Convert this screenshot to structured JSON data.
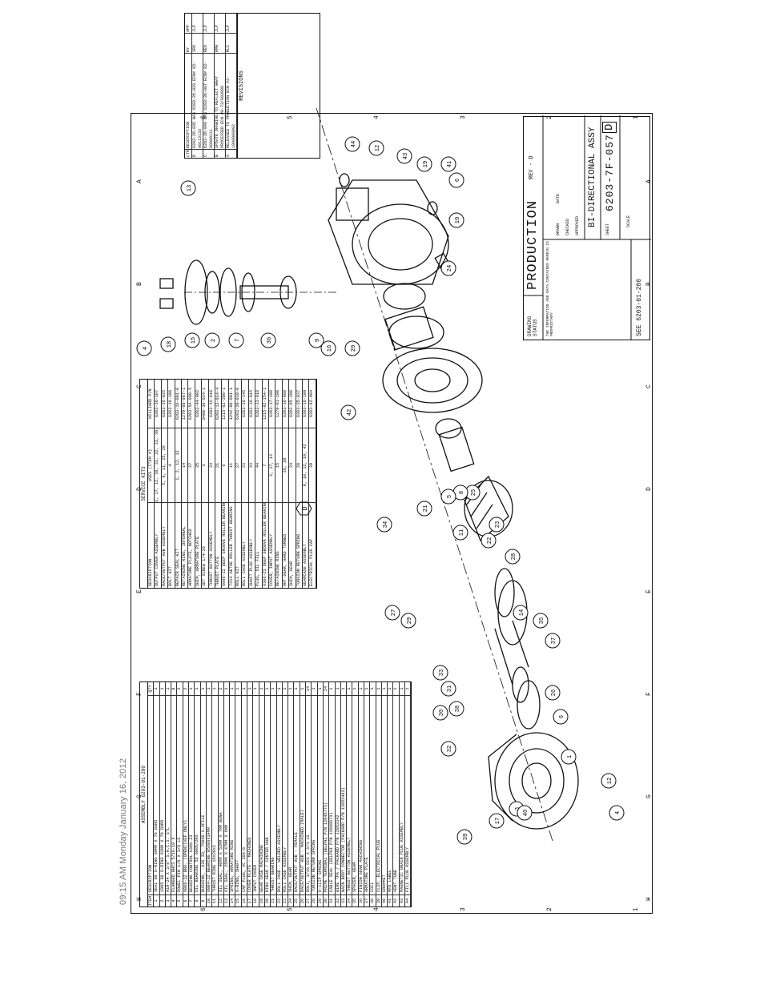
{
  "timestamp": "09:15 AM Monday January 16, 2012",
  "zones": {
    "letters": [
      "H",
      "G",
      "F",
      "E",
      "D",
      "C",
      "B",
      "A"
    ],
    "numbers": [
      "6",
      "5",
      "4",
      "3",
      "2",
      "1"
    ]
  },
  "bom": {
    "title": "ASSEMBLY 6203-01-280",
    "headers": {
      "item": "ITEM",
      "description": "DESCRIPTION",
      "qty": "QTY"
    },
    "rows": [
      {
        "n": "1",
        "d": "SEAL 80 O-RING 89MM X 70 DURO",
        "q": "1"
      },
      {
        "n": "2",
        "d": "1985 80 O-RING 63MM X 70 DURO",
        "q": "1"
      },
      {
        "n": "3",
        "d": "919-24 X 3/8\" S.H.C.S. STL",
        "q": "1"
      },
      {
        "n": "4",
        "d": "FLANGED HHCS 5/16-18 X",
        "q": "8"
      },
      {
        "n": "5",
        "d": "DOWEL PIN 1/8 X 3/8 LG",
        "q": "2"
      },
      {
        "n": "6",
        "d": "6006-2Z BRG. (OPEN)(VEF ONLY)",
        "q": "2"
      },
      {
        "n": "7",
        "d": "BEARING CONTROL 6306-Z3",
        "q": "1"
      },
      {
        "n": "8",
        "d": "OIL BEARING 5D 6005/2RS",
        "q": "1"
      },
      {
        "n": "9",
        "d": "BUSHING, .630 ID, 750OD X.5FILE",
        "q": "1"
      },
      {
        "n": "10",
        "d": "6004-2Z BEARING 05X06X14MM",
        "q": "1"
      },
      {
        "n": "11",
        "d": "THRUST RING 16x28x1",
        "q": "1"
      },
      {
        "n": "12",
        "d": "OIL SEAL, 40MM X 52MM X 7MM BUNA",
        "q": "2"
      },
      {
        "n": "13",
        "d": "OIL SEAL, 25MM X 47MM X 6MM",
        "q": "1"
      },
      {
        "n": "14",
        "d": "SPRING, ARMATURE RING",
        "q": "1"
      },
      {
        "n": "15",
        "d": "O-RING, SHAFT",
        "q": "1"
      },
      {
        "n": "16",
        "d": "CAP PLUG, VC 20X-8",
        "q": "1"
      },
      {
        "n": "17",
        "d": "COVER PLATE - MACHINED",
        "q": "1"
      },
      {
        "n": "18",
        "d": "INPUT COVER",
        "q": "1"
      },
      {
        "n": "19",
        "d": "GEAR CASE MACHINING",
        "q": "1"
      },
      {
        "n": "20",
        "d": "RING GEAR / CENTER HUB",
        "q": "1"
      },
      {
        "n": "21",
        "d": "THRUST BEARING",
        "q": "1"
      },
      {
        "n": "22",
        "d": "ROLL CAGE - WELDED ASSEMBLY",
        "q": "1"
      },
      {
        "n": "23",
        "d": "ROLL CAGE ASSEMBLY",
        "q": "1"
      },
      {
        "n": "24",
        "d": "SHIM, GEAR",
        "q": "1"
      },
      {
        "n": "25",
        "d": "RACE/OUTPUT HUB - FEMALE",
        "q": "1"
      },
      {
        "n": "26",
        "d": "RACE/OUTPUT HUB - MACHINED (MALE)",
        "q": "1"
      },
      {
        "n": "27",
        "d": "ROLL, 1/16 DIA X 3/4 LG",
        "q": "14"
      },
      {
        "n": "28",
        "d": "TORSION RETURN SPRING",
        "q": "1"
      },
      {
        "n": "29",
        "d": "H-CLIP SPRING",
        "q": "1"
      },
      {
        "n": "30",
        "d": "PRIME TERMINAL (DELPHI P/N 12045773)",
        "q": "24"
      },
      {
        "n": "31",
        "d": "CABLE SEAL (DELPHI P/N 12089673)",
        "q": "1"
      },
      {
        "n": "32",
        "d": "WIRE TPA / PACKARD P/N 12052342",
        "q": "1"
      },
      {
        "n": "33",
        "d": "WAIN BODY CONNECTOR (PACKARD P/N 12052483)",
        "q": "1"
      },
      {
        "n": "34",
        "d": "THRUST BUTTON ASSEMBLY",
        "q": "1"
      },
      {
        "n": "35",
        "d": "SPACER, GEAR",
        "q": "1"
      },
      {
        "n": "36",
        "d": "PINION GEAR MACHINING",
        "q": "1"
      },
      {
        "n": "37",
        "d": "ARMATURE PLATE",
        "q": "1"
      },
      {
        "n": "38",
        "d": "COIL",
        "q": "1"
      },
      {
        "n": "39",
        "d": "CLIP, ELECTRICAL PLUG",
        "q": "1"
      },
      {
        "n": "40",
        "d": "GROMMET",
        "q": "1"
      },
      {
        "n": "41",
        "d": "MFD LABEL",
        "q": "1"
      },
      {
        "n": "42",
        "d": "VENT TUBE",
        "q": "1"
      },
      {
        "n": "43",
        "d": "MAGNETIC DRAIN PLUG ASSEMBLY",
        "q": "1"
      },
      {
        "n": "44",
        "d": "FILL PLUG ASSEMBLY",
        "q": "1"
      }
    ]
  },
  "service_kits": {
    "title": "SERVICE KITS",
    "headers": {
      "description": "DESCRIPTION",
      "uses": "USES (ITEM #)",
      "part": "HILLIARD P/N"
    },
    "rows": [
      {
        "d": "OUTPUT COVER ASSEMBLY",
        "u": "1, 17, 12, 38, 31, 32, 33, 39, 40",
        "p": "6203-16-107"
      },
      {
        "d": "RACE/OUTPUT HUB ASSEMBLY",
        "u": "5, 8, 11, 25, 26",
        "p": "6203-35-025"
      },
      {
        "d": "BOLT KIT",
        "u": "4",
        "p": "6203-16-100"
      },
      {
        "d": "REPAIR SEAL KIT",
        "u": "1, 2, 12, 13",
        "p": "6203-16-001-0"
      },
      {
        "d": "RETAINING RING, INTERNAL",
        "u": "14",
        "p": "1279-08-007-1"
      },
      {
        "d": "ARMATURE PLATE, NOTCHED",
        "u": "37",
        "p": "6203-54-000-5"
      },
      {
        "d": "SHIM, ARMATURE PLATE",
        "u": "35",
        "p": "6203-44-002"
      },
      {
        "d": "SET SCREW 1/4-20",
        "u": "3",
        "p": "0400-30-024-1"
      },
      {
        "d": "THRUST BUTTON ASSEMBLY",
        "u": "34",
        "p": "6203-42-010"
      },
      {
        "d": "THRUST PLATE",
        "u": "21",
        "p": "6203-13-014-4"
      },
      {
        "d": "6006-2Z DEEP GROOVE ROLLER BEARING",
        "u": "6",
        "p": "1215-02-300-1"
      },
      {
        "d": "7214 AETOE ROLLER THRUST BEARING",
        "u": "11",
        "p": "1242-00-001-1"
      },
      {
        "d": "ROLL KIT",
        "u": "27",
        "p": "6203-29-010-0"
      },
      {
        "d": "ROLL CAGE ASSEMBLY",
        "u": "23",
        "p": "6203-26-145"
      },
      {
        "d": "SHAFT PLUG ASSEMBLY",
        "u": "43",
        "p": "6203-16-015"
      },
      {
        "d": "PLUG, OIL FILL",
        "u": "44",
        "p": "6203-33-010"
      },
      {
        "d": "6306-Z3 DEEP GROOVE ROLLER BEARING",
        "u": "7",
        "p": "1215-02-154-1"
      },
      {
        "d": "COVER, INPUT ASSEMBLY",
        "u": "2, 17, 13",
        "p": "6203-17-100"
      },
      {
        "d": "RETAINING RING",
        "u": "15",
        "p": "1279-01-180"
      },
      {
        "d": "HHT-GEAR, HARD TURNED",
        "u": "36, 20",
        "p": "6203-16-080"
      },
      {
        "d": "SHIM, GEAR",
        "u": "24",
        "p": "6203-05-200"
      },
      {
        "d": "TORSION RETURN SPRING",
        "u": "28",
        "p": "6203-35-037"
      },
      {
        "d": "GEARCASE ASSEMBLY",
        "u": "9, 10, 12, 19, 42",
        "p": "6203-16-109"
      },
      {
        "d": "ELECTRICAL PLUG CAP",
        "u": "39",
        "p": "6203-82-004"
      }
    ]
  },
  "revisions": {
    "rows": [
      {
        "l": "D",
        "t": "6203-26-035 WAS 6203-26-020 ECN# 03-00113133",
        "b": "SRO",
        "a": "JLP"
      },
      {
        "l": "C",
        "t": "6203-36-040 WAS 6203-36-007 ECN# 03-00000111",
        "b": "REO",
        "a": "JLP"
      },
      {
        "l": "B",
        "t": "UPDATE DRAWING TO REFLECT WHAT PROCESSED ECN #0-73/003888",
        "b": "KMH",
        "a": "JLP"
      },
      {
        "l": "A",
        "t": "RELEASED TO PRODUCTION ECN #2-1909000092",
        "b": "MLC",
        "a": "JLP"
      }
    ],
    "heading": "REVISIONS",
    "cols": {
      "ltr": "LTR",
      "desc": "DESCRIPTION",
      "by": "BY",
      "app": "APP"
    }
  },
  "title_block": {
    "drawing_status_label": "DRAWING STATUS",
    "status": "PRODUCTION",
    "rev_label": "REV - D",
    "title": "BI-DIRECTIONAL ASSY",
    "drawing_number": "6203-7F-057",
    "size": "D",
    "see": "SEE 6203-01-280",
    "scale_label": "SCALE",
    "sheet_label": "SHEET",
    "proprietary": "THE INFORMATION AND DATA CONTAINED HEREIN IS PROPRIETARY",
    "drawn": "DRAWN",
    "checked": "CHECKED",
    "approved": "APPROVED",
    "date": "DATE"
  },
  "callouts": [
    "44",
    "12",
    "43",
    "19",
    "41",
    "13",
    "4",
    "18",
    "15",
    "2",
    "7",
    "36",
    "9",
    "16",
    "6",
    "10",
    "24",
    "20",
    "42",
    "25",
    "8",
    "5",
    "11",
    "21",
    "34",
    "23",
    "22",
    "28",
    "27",
    "29",
    "14",
    "35",
    "37",
    "33",
    "31",
    "26",
    "30",
    "6",
    "38",
    "32",
    "1",
    "12",
    "3",
    "40",
    "4",
    "17",
    "39"
  ],
  "marker": "D"
}
